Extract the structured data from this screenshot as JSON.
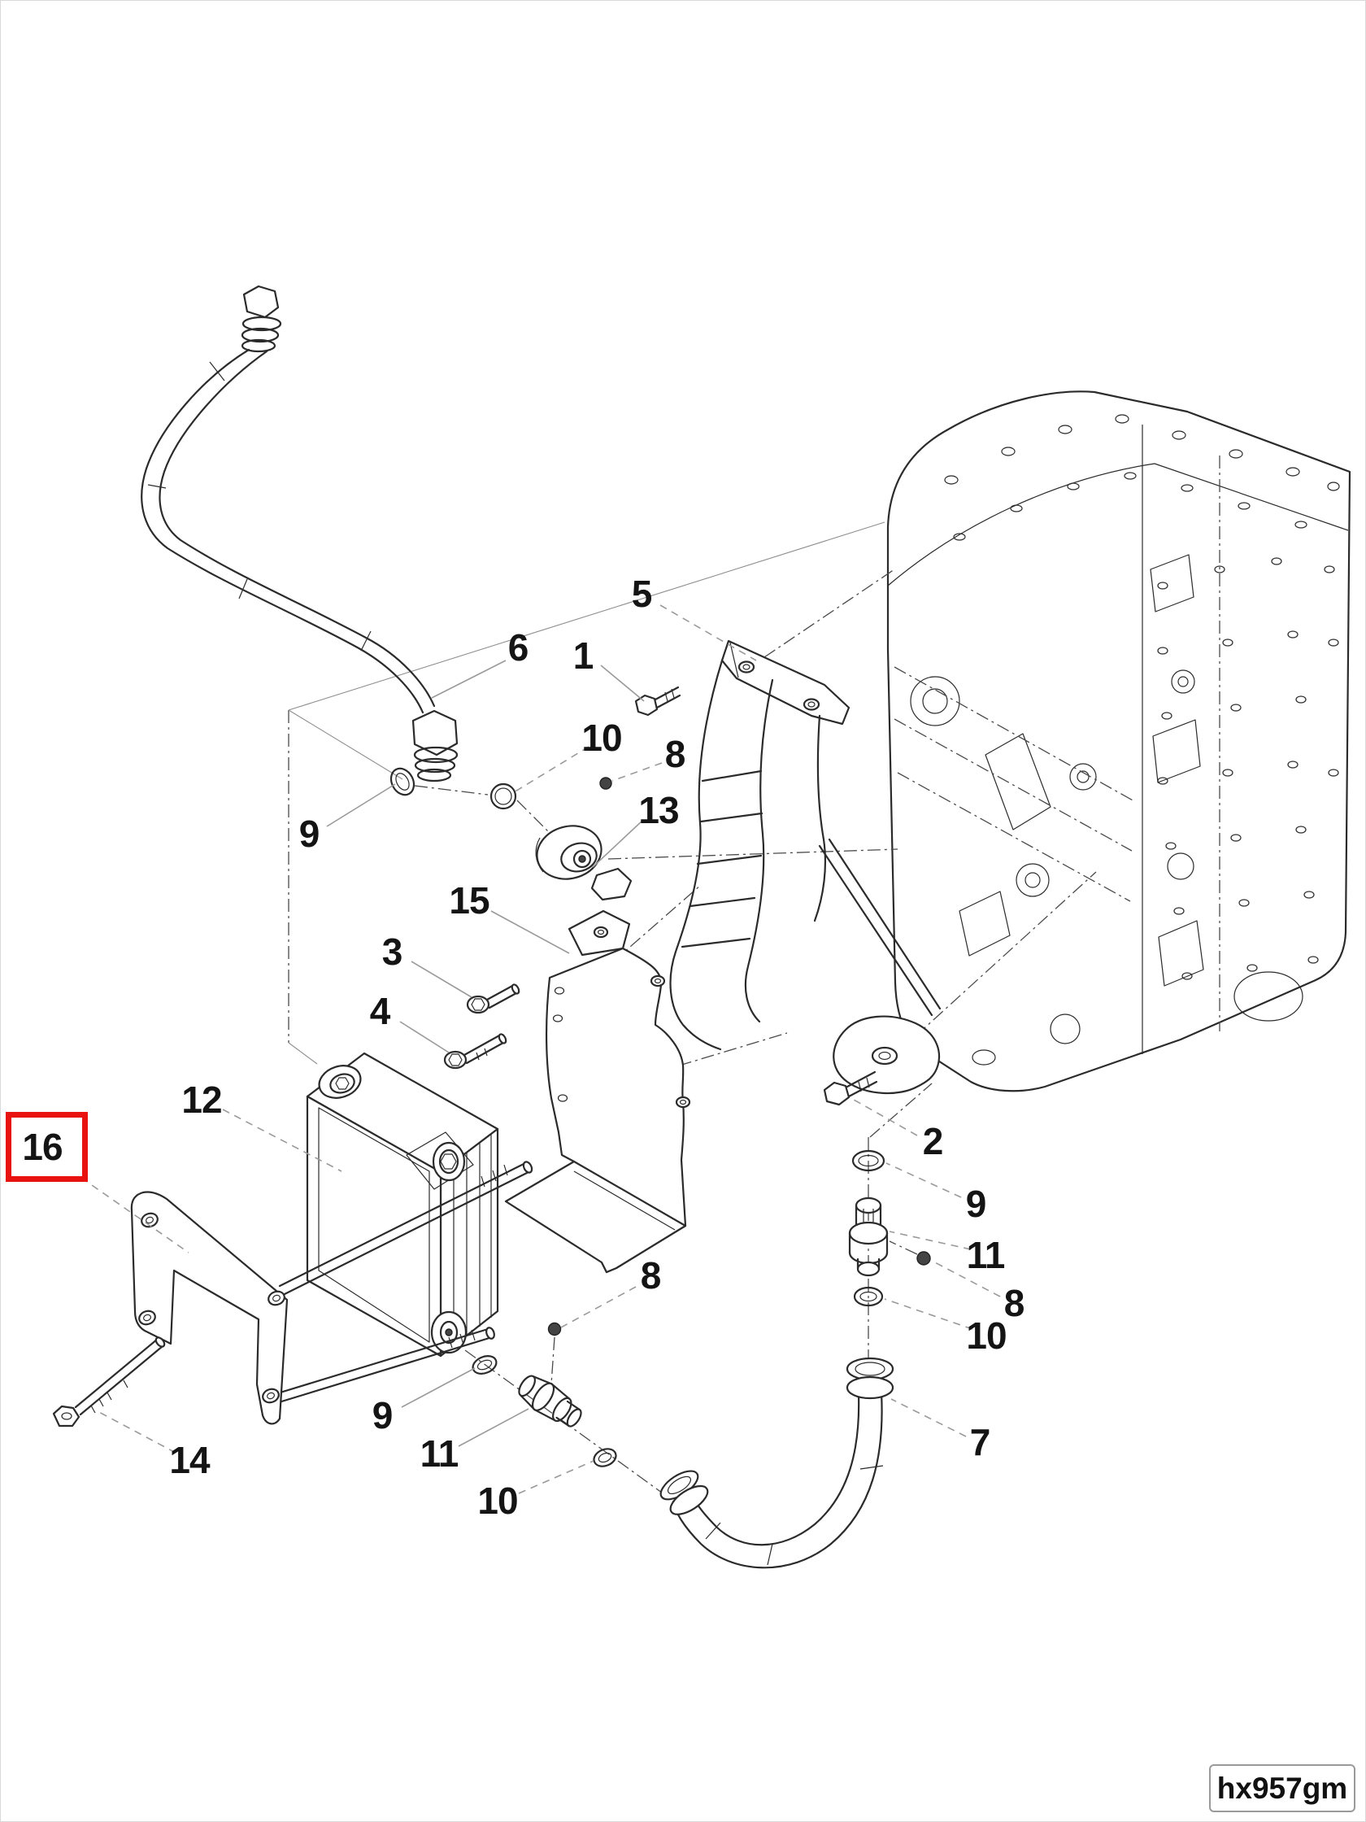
{
  "diagram": {
    "code_label": "hx957gm",
    "background": "#ffffff",
    "line_color": "#2b2b2b",
    "leader_color": "#9a9a9a",
    "centerline_color": "#4a4a4a",
    "highlight_color": "#e8120e",
    "highlighted_callout": "16",
    "type": "exploded-parts-diagram"
  },
  "callouts": [
    {
      "id": "5",
      "label": "5",
      "highlighted": false
    },
    {
      "id": "6",
      "label": "6",
      "highlighted": false
    },
    {
      "id": "1",
      "label": "1",
      "highlighted": false
    },
    {
      "id": "10-top",
      "label": "10",
      "highlighted": false
    },
    {
      "id": "8-top",
      "label": "8",
      "highlighted": false
    },
    {
      "id": "13",
      "label": "13",
      "highlighted": false
    },
    {
      "id": "9-top",
      "label": "9",
      "highlighted": false
    },
    {
      "id": "15",
      "label": "15",
      "highlighted": false
    },
    {
      "id": "3",
      "label": "3",
      "highlighted": false
    },
    {
      "id": "4",
      "label": "4",
      "highlighted": false
    },
    {
      "id": "12",
      "label": "12",
      "highlighted": false
    },
    {
      "id": "16",
      "label": "16",
      "highlighted": true
    },
    {
      "id": "2",
      "label": "2",
      "highlighted": false
    },
    {
      "id": "9-right",
      "label": "9",
      "highlighted": false
    },
    {
      "id": "11-right",
      "label": "11",
      "highlighted": false
    },
    {
      "id": "8-right",
      "label": "8",
      "highlighted": false
    },
    {
      "id": "10-right",
      "label": "10",
      "highlighted": false
    },
    {
      "id": "8-bottom",
      "label": "8",
      "highlighted": false
    },
    {
      "id": "7",
      "label": "7",
      "highlighted": false
    },
    {
      "id": "9-bottom",
      "label": "9",
      "highlighted": false
    },
    {
      "id": "11-bottom",
      "label": "11",
      "highlighted": false
    },
    {
      "id": "10-bottom",
      "label": "10",
      "highlighted": false
    },
    {
      "id": "14",
      "label": "14",
      "highlighted": false
    }
  ]
}
